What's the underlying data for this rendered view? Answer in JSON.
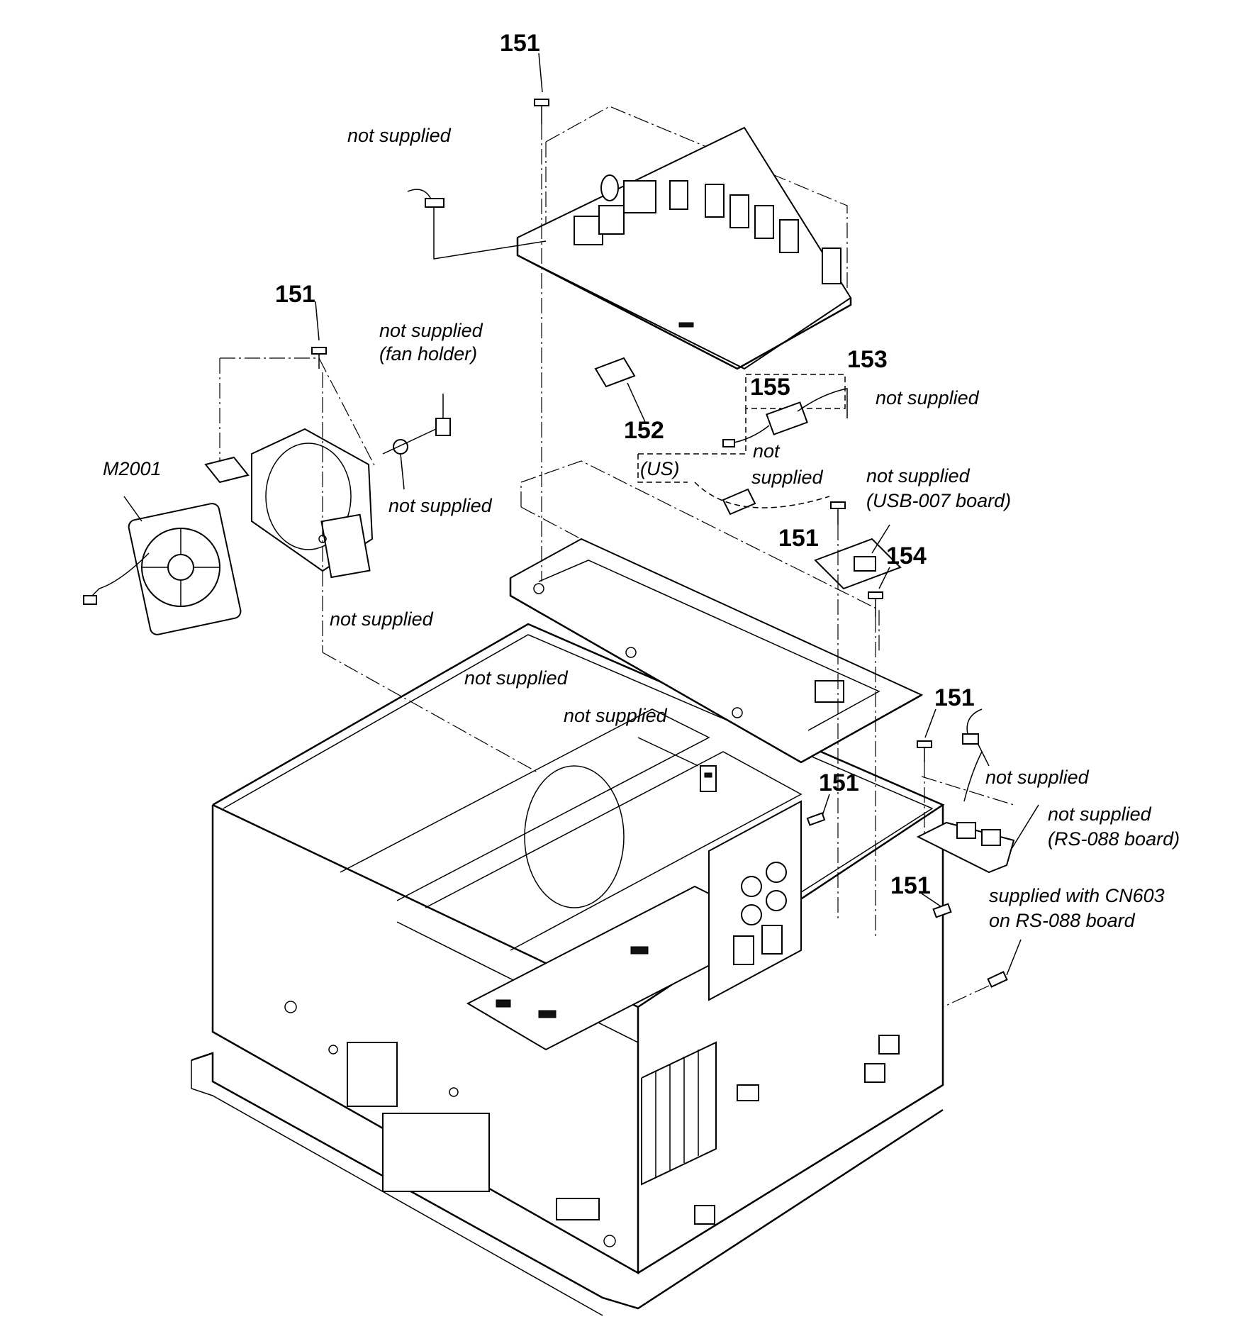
{
  "callouts": {
    "c151_top": "151",
    "c151_fan": "151",
    "c153": "153",
    "c152": "152",
    "c155": "155",
    "c151_usb": "151",
    "c154": "154",
    "c151_rs": "151",
    "c151_mid": "151",
    "c151_low": "151"
  },
  "notes": {
    "ns_cable_top": "not supplied",
    "ns_fan_holder_1": "not supplied",
    "ns_fan_holder_2": "(fan holder)",
    "ns_bushing": "not supplied",
    "ns_fan_bracket": "not supplied",
    "m2001": "M2001",
    "us": "(US)",
    "ns_ferrite_cable": "not supplied",
    "ns_clip_1": "not",
    "ns_clip_2": "supplied",
    "ns_usb_1": "not supplied",
    "ns_usb_2": "(USB-007 board)",
    "ns_tray": "not supplied",
    "ns_holder": "not supplied",
    "ns_rs_cable": "not supplied",
    "ns_rs_1": "not supplied",
    "ns_rs_2": "(RS-088 board)",
    "cn603_1": "supplied with CN603",
    "cn603_2": "on RS-088 board"
  }
}
